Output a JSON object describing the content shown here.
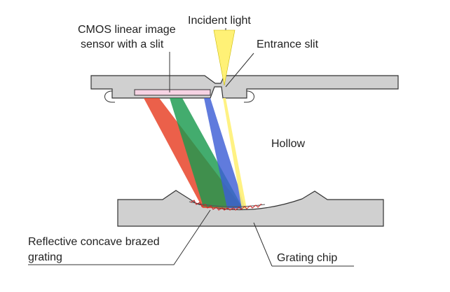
{
  "labels": {
    "incident_light": "Incident light",
    "cmos_line1": "CMOS linear image",
    "cmos_line2": "sensor with a slit",
    "entrance_slit": "Entrance slit",
    "hollow": "Hollow",
    "grating_line1": "Reflective concave brazed",
    "grating_line2": "grating",
    "grating_chip": "Grating chip"
  },
  "colors": {
    "incident_light": "#fff176",
    "red_ray": "#e8442a",
    "green_ray": "#1a9a4e",
    "blue_ray": "#3d5ed6",
    "body_fill": "#d0d0d0",
    "sensor_fill": "#f6d3e3",
    "grating_zigzag": "#cc2b2b"
  }
}
